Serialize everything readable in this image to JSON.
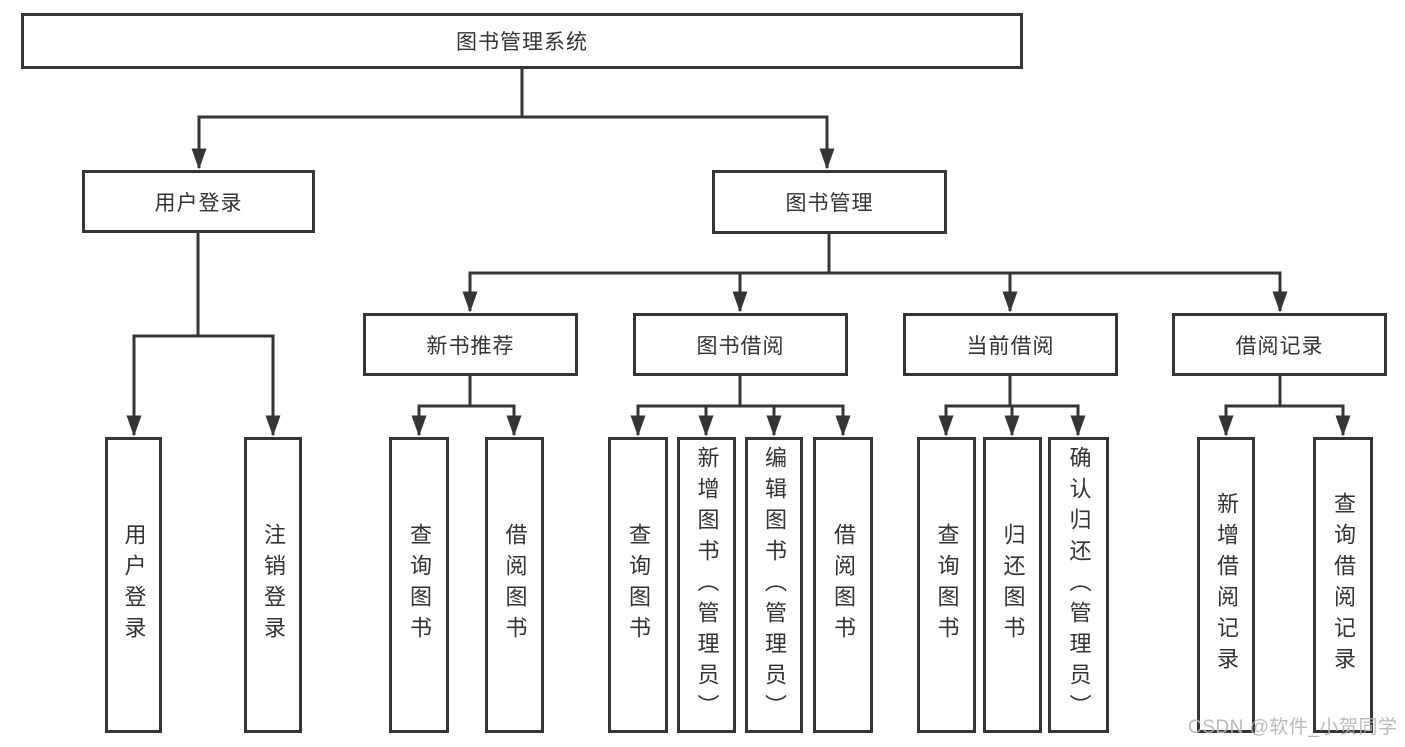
{
  "tree": {
    "label": "图书管理系统",
    "children": [
      {
        "label": "用户登录",
        "children": [
          {
            "label": "用户登录"
          },
          {
            "label": "注销登录"
          }
        ]
      },
      {
        "label": "图书管理",
        "children": [
          {
            "label": "新书推荐",
            "children": [
              {
                "label": "查询图书"
              },
              {
                "label": "借阅图书"
              }
            ]
          },
          {
            "label": "图书借阅",
            "children": [
              {
                "label": "查询图书"
              },
              {
                "label": "新增图书（管理员）"
              },
              {
                "label": "编辑图书（管理员）"
              },
              {
                "label": "借阅图书"
              }
            ]
          },
          {
            "label": "当前借阅",
            "children": [
              {
                "label": "查询图书"
              },
              {
                "label": "归还图书"
              },
              {
                "label": "确认归还（管理员）"
              }
            ]
          },
          {
            "label": "借阅记录",
            "children": [
              {
                "label": "新增借阅记录"
              },
              {
                "label": "查询借阅记录"
              }
            ]
          }
        ]
      }
    ]
  },
  "watermark": {
    "text": "CSDN @软件_小贺同学"
  },
  "colors": {
    "line": "#353535",
    "text": "#333333",
    "watermark": "#b5b5b5",
    "background": "#ffffff"
  }
}
